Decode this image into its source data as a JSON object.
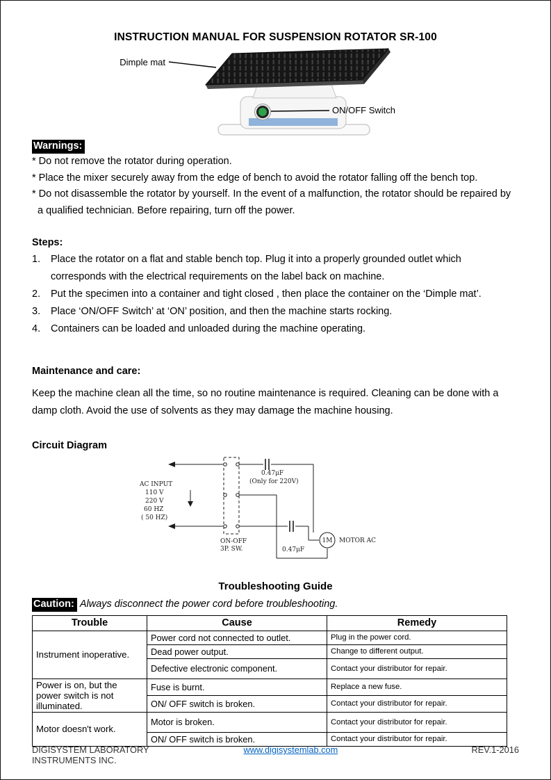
{
  "title": "INSTRUCTION MANUAL FOR SUSPENSION ROTATOR SR-100",
  "figure": {
    "dimple_mat": "Dimple mat",
    "on_off_switch": "ON/OFF Switch"
  },
  "warnings": {
    "heading": "Warnings:",
    "items": [
      "* Do not remove the rotator during operation.",
      "* Place the mixer securely away from the edge of bench to avoid the rotator falling off the bench top.",
      "* Do not disassemble the rotator by yourself. In the event of a malfunction, the rotator should be repaired by a qualified technician. Before repairing, turn off the power."
    ]
  },
  "steps": {
    "heading": "Steps:",
    "items": [
      {
        "num": "1.",
        "text": "Place the rotator on a flat and stable bench top. Plug it into a properly grounded outlet which corresponds with the electrical requirements on the label back on machine."
      },
      {
        "num": "2.",
        "text": "Put the specimen into a container and tight closed , then place the container on the ‘Dimple mat’."
      },
      {
        "num": "3.",
        "text": "Place ‘ON/OFF Switch’ at ‘ON’ position, and then the machine starts rocking."
      },
      {
        "num": "4.",
        "text": "Containers can be loaded and unloaded during the machine operating."
      }
    ]
  },
  "maintenance": {
    "heading": "Maintenance and care:",
    "body": "Keep the machine clean all the time, so no routine maintenance is required. Cleaning can be done with a damp cloth. Avoid the use of solvents as they may damage the machine housing."
  },
  "circuit": {
    "heading": "Circuit Diagram",
    "ac_line1": "AC INPUT",
    "ac_line2": "110 V",
    "ac_line3": "220 V",
    "ac_line4": "60 HZ",
    "ac_line5": "( 50 HZ)",
    "cap_top": "0.47μF",
    "cap_top_note": "(Only for 220V)",
    "sw_line1": "ON-OFF",
    "sw_line2": "3P. SW.",
    "cap_bottom": "0.47μF",
    "motor_abbr": "1M",
    "motor_label": "MOTOR AC"
  },
  "troubleshooting": {
    "heading": "Troubleshooting Guide",
    "caution_label": "Caution:",
    "caution_text": "Always disconnect the power cord before troubleshooting."
  },
  "table": {
    "headers": [
      "Trouble",
      "Cause",
      "Remedy"
    ],
    "groups": [
      {
        "trouble": "Instrument inoperative.",
        "rows": [
          {
            "cause": "Power cord not connected to outlet.",
            "remedy": "Plug in the power cord."
          },
          {
            "cause": "Dead power output.",
            "remedy": "Change to different output."
          },
          {
            "cause": "Defective electronic component.",
            "remedy": "Contact your distributor for repair."
          }
        ]
      },
      {
        "trouble": "Power is on, but the power switch is not illuminated.",
        "rows": [
          {
            "cause": "Fuse is burnt.",
            "remedy": "Replace a new fuse."
          },
          {
            "cause": "ON/ OFF switch is broken.",
            "remedy": "Contact your distributor for repair."
          }
        ]
      },
      {
        "trouble": "Motor doesn't work.",
        "rows": [
          {
            "cause": "Motor is broken.",
            "remedy": "Contact your distributor for repair."
          },
          {
            "cause": "ON/ OFF switch is broken.",
            "remedy": "Contact your distributor for repair."
          }
        ]
      }
    ]
  },
  "footer": {
    "company": "DIGISYSTEM LABORATORY INSTRUMENTS INC.",
    "link": "www.digisystemlab.com",
    "rev": "REV.1-2016"
  }
}
